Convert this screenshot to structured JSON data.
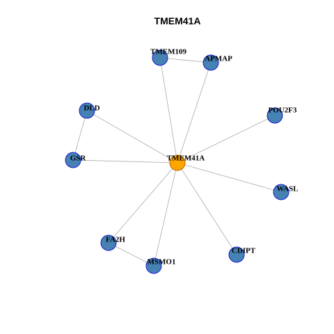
{
  "title": "TMEM41A",
  "colors": {
    "background": "#ffffff",
    "edge": "#aaaaaa",
    "hub_fill": "#ffa500",
    "hub_stroke": "#b36b00",
    "node_fill": "#4682b4",
    "node_stroke": "#1a1acc",
    "label": "#000000"
  },
  "network": {
    "hub": "TMEM41A",
    "nodes": [
      {
        "id": "TMEM41A",
        "label": "TMEM41A",
        "role": "hub"
      },
      {
        "id": "TMEM109",
        "label": "TMEM109",
        "role": "neighbor"
      },
      {
        "id": "APMAP",
        "label": "APMAP",
        "role": "neighbor"
      },
      {
        "id": "DLD",
        "label": "DLD",
        "role": "neighbor"
      },
      {
        "id": "POU2F3",
        "label": "POU2F3",
        "role": "neighbor"
      },
      {
        "id": "GSR",
        "label": "GSR",
        "role": "neighbor"
      },
      {
        "id": "WASL",
        "label": "WASL",
        "role": "neighbor"
      },
      {
        "id": "FA2H",
        "label": "FA2H",
        "role": "neighbor"
      },
      {
        "id": "CDIPT",
        "label": "CDIPT",
        "role": "neighbor"
      },
      {
        "id": "MSMO1",
        "label": "MSMO1",
        "role": "neighbor"
      }
    ],
    "edges": [
      [
        "TMEM41A",
        "TMEM109"
      ],
      [
        "TMEM41A",
        "APMAP"
      ],
      [
        "TMEM41A",
        "DLD"
      ],
      [
        "TMEM41A",
        "POU2F3"
      ],
      [
        "TMEM41A",
        "GSR"
      ],
      [
        "TMEM41A",
        "WASL"
      ],
      [
        "TMEM41A",
        "FA2H"
      ],
      [
        "TMEM41A",
        "CDIPT"
      ],
      [
        "TMEM41A",
        "MSMO1"
      ],
      [
        "TMEM109",
        "APMAP"
      ],
      [
        "DLD",
        "GSR"
      ],
      [
        "FA2H",
        "MSMO1"
      ]
    ]
  }
}
